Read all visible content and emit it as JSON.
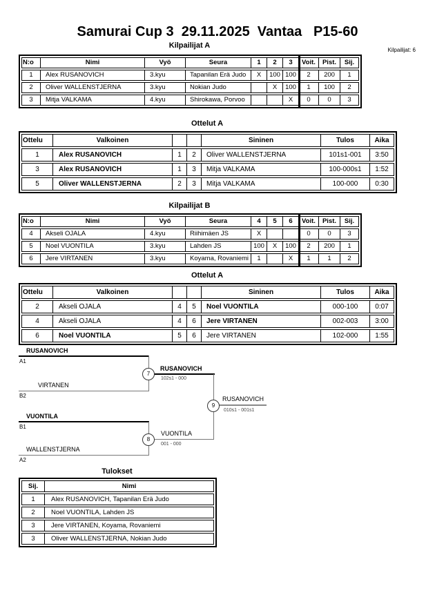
{
  "page": {
    "title": "Samurai Cup 3  29.11.2025  Vantaa   P15-60",
    "competitors_label": "Kilpailijat: 6"
  },
  "pool_a": {
    "heading": "Kilpailijat A",
    "headers": {
      "no": "N:o",
      "name": "Nimi",
      "belt": "Vyö",
      "club": "Seura",
      "s1": "1",
      "s2": "2",
      "s3": "3",
      "wins": "Voit.",
      "points": "Pist.",
      "place": "Sij."
    },
    "rows": [
      {
        "no": "1",
        "name": "Alex RUSANOVICH",
        "belt": "3.kyu",
        "club": "Tapanilan Erä Judo",
        "s1": "X",
        "s2": "100",
        "s3": "100",
        "wins": "2",
        "points": "200",
        "place": "1"
      },
      {
        "no": "2",
        "name": "Oliver WALLENSTJERNA",
        "belt": "3.kyu",
        "club": "Nokian Judo",
        "s1": "",
        "s2": "X",
        "s3": "100",
        "wins": "1",
        "points": "100",
        "place": "2"
      },
      {
        "no": "3",
        "name": "Mitja VALKAMA",
        "belt": "4.kyu",
        "club": "Shirokawa, Porvoo",
        "s1": "",
        "s2": "",
        "s3": "X",
        "wins": "0",
        "points": "0",
        "place": "3"
      }
    ]
  },
  "matches_a": {
    "heading": "Ottelut A",
    "headers": {
      "match": "Ottelu",
      "white": "Valkoinen",
      "blue": "Sininen",
      "result": "Tulos",
      "time": "Aika"
    },
    "rows": [
      {
        "no": "1",
        "white": "Alex RUSANOVICH",
        "wn": "1",
        "bn": "2",
        "blue": "Oliver WALLENSTJERNA",
        "result": "101s1-001",
        "time": "3:50"
      },
      {
        "no": "3",
        "white": "Alex RUSANOVICH",
        "wn": "1",
        "bn": "3",
        "blue": "Mitja VALKAMA",
        "result": "100-000s1",
        "time": "1:52"
      },
      {
        "no": "5",
        "white": "Oliver WALLENSTJERNA",
        "wn": "2",
        "bn": "3",
        "blue": "Mitja VALKAMA",
        "result": "100-000",
        "time": "0:30"
      }
    ]
  },
  "pool_b": {
    "heading": "Kilpailijat B",
    "headers": {
      "no": "N:o",
      "name": "Nimi",
      "belt": "Vyö",
      "club": "Seura",
      "s1": "4",
      "s2": "5",
      "s3": "6",
      "wins": "Voit.",
      "points": "Pist.",
      "place": "Sij."
    },
    "rows": [
      {
        "no": "4",
        "name": "Akseli OJALA",
        "belt": "4.kyu",
        "club": "Riihimäen JS",
        "s1": "X",
        "s2": "",
        "s3": "",
        "wins": "0",
        "points": "0",
        "place": "3"
      },
      {
        "no": "5",
        "name": "Noel VUONTILA",
        "belt": "3.kyu",
        "club": "Lahden JS",
        "s1": "100",
        "s2": "X",
        "s3": "100",
        "wins": "2",
        "points": "200",
        "place": "1"
      },
      {
        "no": "6",
        "name": "Jere VIRTANEN",
        "belt": "3.kyu",
        "club": "Koyama, Rovaniemi",
        "s1": "1",
        "s2": "",
        "s3": "X",
        "wins": "1",
        "points": "1",
        "place": "2"
      }
    ]
  },
  "matches_b": {
    "heading": "Ottelut A",
    "headers": {
      "match": "Ottelu",
      "white": "Valkoinen",
      "blue": "Sininen",
      "result": "Tulos",
      "time": "Aika"
    },
    "rows": [
      {
        "no": "2",
        "white": "Akseli OJALA",
        "wn": "4",
        "bn": "5",
        "blue": "Noel VUONTILA",
        "result": "000-100",
        "time": "0:07"
      },
      {
        "no": "4",
        "white": "Akseli OJALA",
        "wn": "4",
        "bn": "6",
        "blue": "Jere VIRTANEN",
        "result": "002-003",
        "time": "3:00"
      },
      {
        "no": "6",
        "white": "Noel VUONTILA",
        "wn": "5",
        "bn": "6",
        "blue": "Jere VIRTANEN",
        "result": "102-000",
        "time": "1:55"
      }
    ]
  },
  "bracket": {
    "seed_a1": {
      "name": "RUSANOVICH",
      "label": "A1"
    },
    "seed_b2": {
      "name": "VIRTANEN",
      "label": "B2"
    },
    "seed_b1": {
      "name": "VUONTILA",
      "label": "B1"
    },
    "seed_a2": {
      "name": "WALLENSTJERNA",
      "label": "A2"
    },
    "match7": {
      "number": "7",
      "winner": "RUSANOVICH",
      "score": "102s1 - 000"
    },
    "match8": {
      "number": "8",
      "winner": "VUONTILA",
      "score": "001 - 000"
    },
    "match9": {
      "number": "9",
      "winner": "RUSANOVICH",
      "score": "010s1 - 001s1"
    }
  },
  "results": {
    "heading": "Tulokset",
    "headers": {
      "place": "Sij.",
      "name": "Nimi"
    },
    "rows": [
      {
        "place": "1",
        "name": "Alex RUSANOVICH, Tapanilan Erä Judo"
      },
      {
        "place": "2",
        "name": "Noel VUONTILA, Lahden JS"
      },
      {
        "place": "3",
        "name": "Jere VIRTANEN, Koyama, Rovaniemi"
      },
      {
        "place": "3",
        "name": "Oliver WALLENSTJERNA, Nokian Judo"
      }
    ]
  }
}
